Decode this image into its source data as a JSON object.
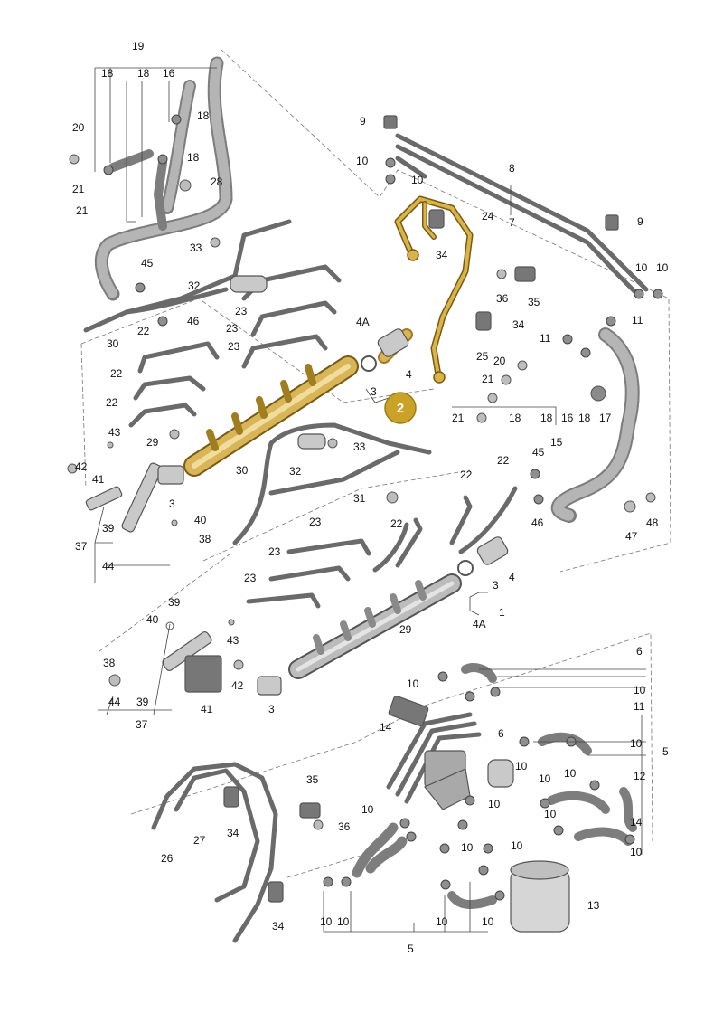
{
  "highlight_badge": {
    "text": "2",
    "color": "#c9a227"
  },
  "colors": {
    "highlight": "#c9a227",
    "line": "#555555",
    "part": "#bfbfbf",
    "hose": "#8a8a8a"
  },
  "labels": [
    {
      "id": "l19",
      "t": "19"
    },
    {
      "id": "l18a",
      "t": "18"
    },
    {
      "id": "l18b",
      "t": "18"
    },
    {
      "id": "l16a",
      "t": "16"
    },
    {
      "id": "l18c",
      "t": "18"
    },
    {
      "id": "l20a",
      "t": "20"
    },
    {
      "id": "l18d",
      "t": "18"
    },
    {
      "id": "l21a",
      "t": "21"
    },
    {
      "id": "l21b",
      "t": "21"
    },
    {
      "id": "l28",
      "t": "28"
    },
    {
      "id": "l9a",
      "t": "9"
    },
    {
      "id": "l10a",
      "t": "10"
    },
    {
      "id": "l10b",
      "t": "10"
    },
    {
      "id": "l8",
      "t": "8"
    },
    {
      "id": "l7",
      "t": "7"
    },
    {
      "id": "l24",
      "t": "24"
    },
    {
      "id": "l9b",
      "t": "9"
    },
    {
      "id": "l34a",
      "t": "34"
    },
    {
      "id": "l33a",
      "t": "33"
    },
    {
      "id": "l45a",
      "t": "45"
    },
    {
      "id": "l32a",
      "t": "32"
    },
    {
      "id": "l36a",
      "t": "36"
    },
    {
      "id": "l35a",
      "t": "35"
    },
    {
      "id": "l10c",
      "t": "10"
    },
    {
      "id": "l10d",
      "t": "10"
    },
    {
      "id": "l46a",
      "t": "46"
    },
    {
      "id": "l23a",
      "t": "23"
    },
    {
      "id": "l23b",
      "t": "23"
    },
    {
      "id": "l4Aa",
      "t": "4A"
    },
    {
      "id": "l34b",
      "t": "34"
    },
    {
      "id": "l11a",
      "t": "11"
    },
    {
      "id": "l30a",
      "t": "30"
    },
    {
      "id": "l22a",
      "t": "22"
    },
    {
      "id": "l23c",
      "t": "23"
    },
    {
      "id": "l25",
      "t": "25"
    },
    {
      "id": "l11b",
      "t": "11"
    },
    {
      "id": "l20b",
      "t": "20"
    },
    {
      "id": "l22b",
      "t": "22"
    },
    {
      "id": "l4a",
      "t": "4"
    },
    {
      "id": "l21c",
      "t": "21"
    },
    {
      "id": "l3a",
      "t": "3"
    },
    {
      "id": "l22c",
      "t": "22"
    },
    {
      "id": "l21d",
      "t": "21"
    },
    {
      "id": "l18e",
      "t": "18"
    },
    {
      "id": "l18f",
      "t": "18"
    },
    {
      "id": "l16b",
      "t": "16"
    },
    {
      "id": "l18g",
      "t": "18"
    },
    {
      "id": "l17",
      "t": "17"
    },
    {
      "id": "l43a",
      "t": "43"
    },
    {
      "id": "l29a",
      "t": "29"
    },
    {
      "id": "l33b",
      "t": "33"
    },
    {
      "id": "l15",
      "t": "15"
    },
    {
      "id": "l42a",
      "t": "42"
    },
    {
      "id": "l30b",
      "t": "30"
    },
    {
      "id": "l32b",
      "t": "32"
    },
    {
      "id": "l45b",
      "t": "45"
    },
    {
      "id": "l41a",
      "t": "41"
    },
    {
      "id": "l22d",
      "t": "22"
    },
    {
      "id": "l22e",
      "t": "22"
    },
    {
      "id": "l3b",
      "t": "3"
    },
    {
      "id": "l31",
      "t": "31"
    },
    {
      "id": "l46b",
      "t": "46"
    },
    {
      "id": "l48",
      "t": "48"
    },
    {
      "id": "l40a",
      "t": "40"
    },
    {
      "id": "l23d",
      "t": "23"
    },
    {
      "id": "l22f",
      "t": "22"
    },
    {
      "id": "l39a",
      "t": "39"
    },
    {
      "id": "l47",
      "t": "47"
    },
    {
      "id": "l38a",
      "t": "38"
    },
    {
      "id": "l37a",
      "t": "37"
    },
    {
      "id": "l23e",
      "t": "23"
    },
    {
      "id": "l44a",
      "t": "44"
    },
    {
      "id": "l4b",
      "t": "4"
    },
    {
      "id": "l23f",
      "t": "23"
    },
    {
      "id": "l3c",
      "t": "3"
    },
    {
      "id": "l39b",
      "t": "39"
    },
    {
      "id": "l1",
      "t": "1"
    },
    {
      "id": "l40b",
      "t": "40"
    },
    {
      "id": "l4Ab",
      "t": "4A"
    },
    {
      "id": "l29b",
      "t": "29"
    },
    {
      "id": "l43b",
      "t": "43"
    },
    {
      "id": "l6a",
      "t": "6"
    },
    {
      "id": "l38b",
      "t": "38"
    },
    {
      "id": "l42b",
      "t": "42"
    },
    {
      "id": "l10e",
      "t": "10"
    },
    {
      "id": "l44b",
      "t": "44"
    },
    {
      "id": "l39c",
      "t": "39"
    },
    {
      "id": "l10f",
      "t": "10"
    },
    {
      "id": "l41b",
      "t": "41"
    },
    {
      "id": "l3d",
      "t": "3"
    },
    {
      "id": "l11c",
      "t": "11"
    },
    {
      "id": "l37b",
      "t": "37"
    },
    {
      "id": "l14a",
      "t": "14"
    },
    {
      "id": "l6b",
      "t": "6"
    },
    {
      "id": "l10g",
      "t": "10"
    },
    {
      "id": "l5a",
      "t": "5"
    },
    {
      "id": "l10h",
      "t": "10"
    },
    {
      "id": "l10i",
      "t": "10"
    },
    {
      "id": "l12",
      "t": "12"
    },
    {
      "id": "l35b",
      "t": "35"
    },
    {
      "id": "l10j",
      "t": "10"
    },
    {
      "id": "l10k",
      "t": "10"
    },
    {
      "id": "l10l",
      "t": "10"
    },
    {
      "id": "l27",
      "t": "27"
    },
    {
      "id": "l34c",
      "t": "34"
    },
    {
      "id": "l36b",
      "t": "36"
    },
    {
      "id": "l14b",
      "t": "14"
    },
    {
      "id": "l10m",
      "t": "10"
    },
    {
      "id": "l10n",
      "t": "10"
    },
    {
      "id": "l10o",
      "t": "10"
    },
    {
      "id": "l26",
      "t": "26"
    },
    {
      "id": "l10p",
      "t": "10"
    },
    {
      "id": "l13",
      "t": "13"
    },
    {
      "id": "l34d",
      "t": "34"
    },
    {
      "id": "l10q",
      "t": "10"
    },
    {
      "id": "l10r",
      "t": "10"
    },
    {
      "id": "l10s",
      "t": "10"
    },
    {
      "id": "l10t",
      "t": "10"
    },
    {
      "id": "l5b",
      "t": "5"
    }
  ]
}
